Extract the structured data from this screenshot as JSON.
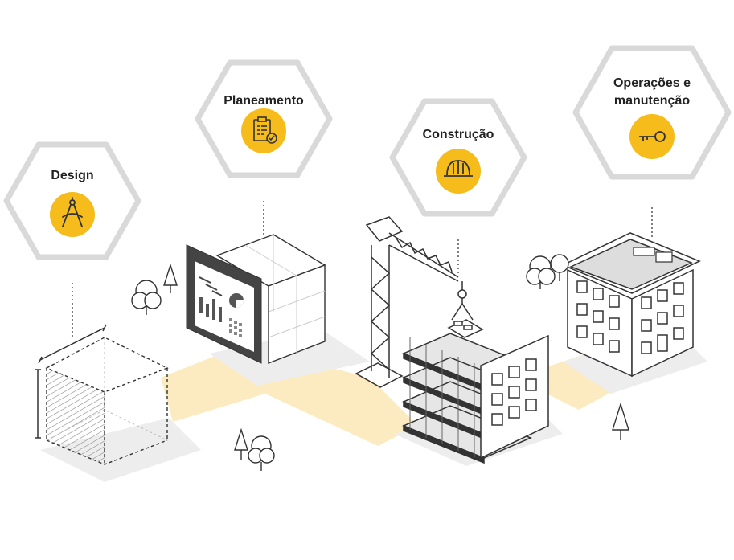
{
  "stages": [
    {
      "id": "design",
      "label": "Design",
      "icon": "drafting-compass-icon"
    },
    {
      "id": "planning",
      "label": "Planeamento",
      "icon": "checklist-clipboard-icon"
    },
    {
      "id": "construction",
      "label": "Construção",
      "icon": "hard-hat-icon"
    },
    {
      "id": "operations",
      "label": "Operações e manutenção",
      "label_lines": [
        "Operações e",
        "manutenção"
      ],
      "icon": "key-icon"
    }
  ],
  "colors": {
    "accent": "#F5BC1C",
    "path": "#FCEBC0",
    "hexagon": "#D9D9D9",
    "line": "#333333",
    "shadow": "#EDEDED"
  }
}
